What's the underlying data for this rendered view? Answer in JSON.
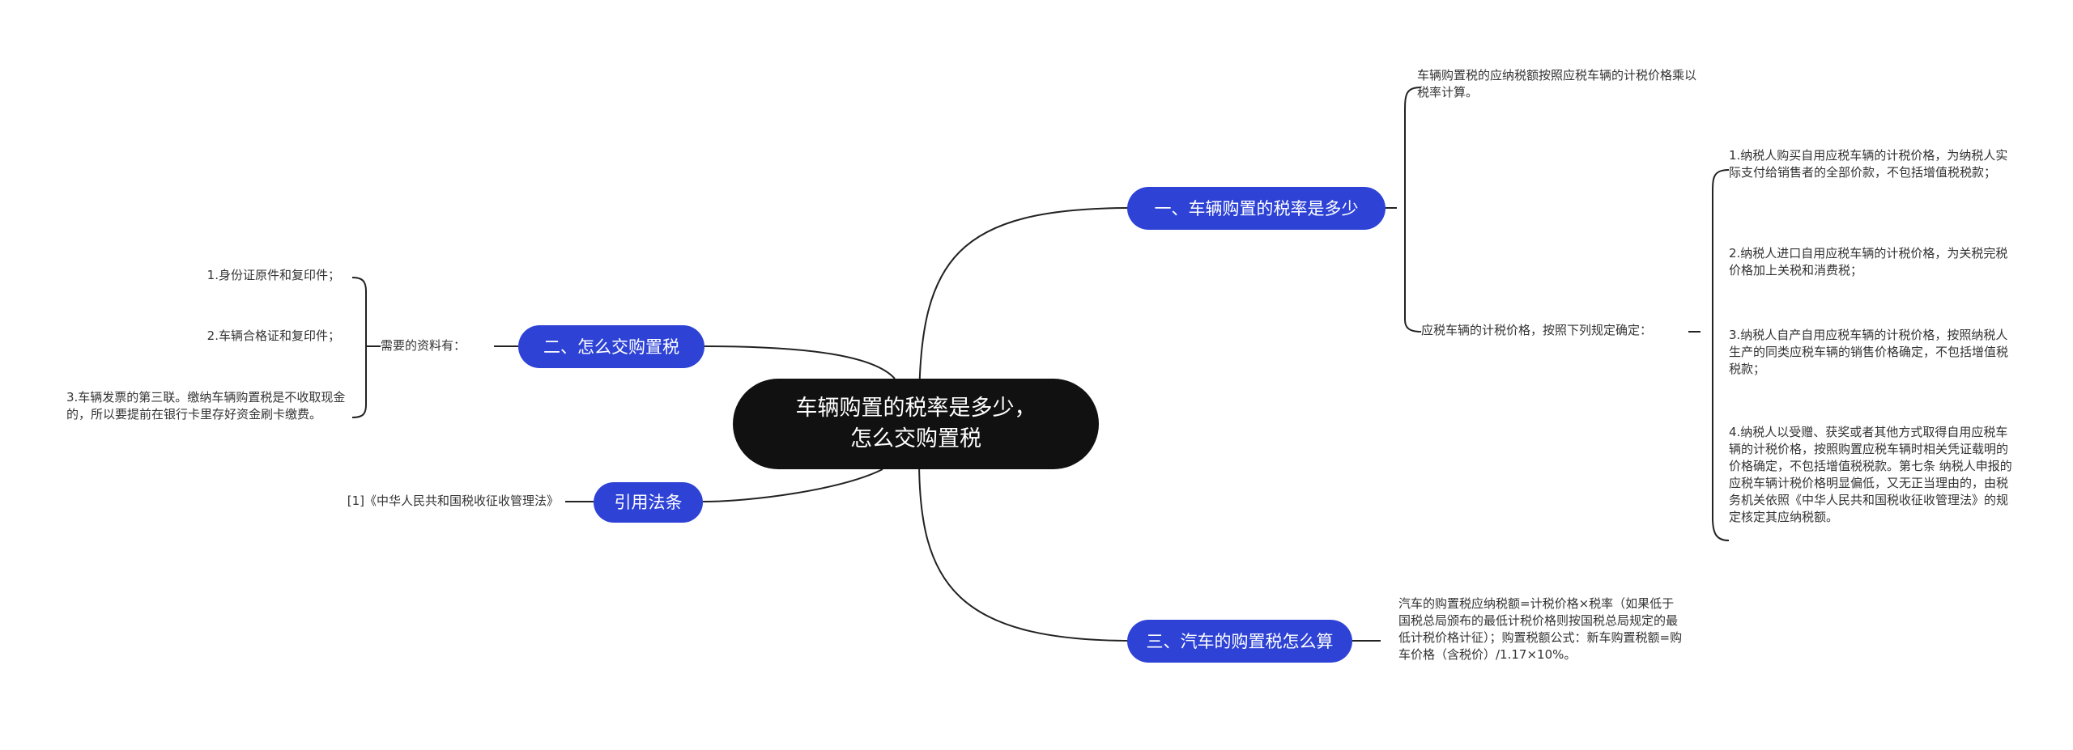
{
  "root": {
    "title_line1": "车辆购置的税率是多少，",
    "title_line2": "怎么交购置税"
  },
  "branches": {
    "b1": {
      "label": "一、车辆购置的税率是多少",
      "calc_text": "车辆购置税的应纳税额按照应税车辆的计税价格乘以税率计算。",
      "price_label": "应税车辆的计税价格，按照下列规定确定：",
      "items": [
        "1.纳税人购买自用应税车辆的计税价格，为纳税人实际支付给销售者的全部价款，不包括增值税税款；",
        "2.纳税人进口自用应税车辆的计税价格，为关税完税价格加上关税和消费税；",
        "3.纳税人自产自用应税车辆的计税价格，按照纳税人生产的同类应税车辆的销售价格确定，不包括增值税税款；",
        "4.纳税人以受赠、获奖或者其他方式取得自用应税车辆的计税价格，按照购置应税车辆时相关凭证载明的价格确定，不包括增值税税款。第七条 纳税人申报的应税车辆计税价格明显偏低，又无正当理由的，由税务机关依照《中华人民共和国税收征收管理法》的规定核定其应纳税额。"
      ]
    },
    "b2": {
      "label": "二、怎么交购置税",
      "materials_label": "需要的资料有：",
      "items": [
        "1.身份证原件和复印件；",
        "2.车辆合格证和复印件；",
        "3.车辆发票的第三联。缴纳车辆购置税是不收取现金的，所以要提前在银行卡里存好资金刷卡缴费。"
      ]
    },
    "b3": {
      "label": "三、汽车的购置税怎么算",
      "formula": "汽车的购置税应纳税额=计税价格×税率（如果低于国税总局颁布的最低计税价格则按国税总局规定的最低计税价格计征）；购置税额公式：新车购置税额=购车价格（含税价）/1.17×10%。"
    },
    "b4": {
      "label": "引用法条",
      "ref": "[1]《中华人民共和国税收征收管理法》"
    }
  },
  "colors": {
    "root_bg": "#111111",
    "branch_bg": "#2e43d6",
    "line": "#222222",
    "text": "#333333"
  }
}
